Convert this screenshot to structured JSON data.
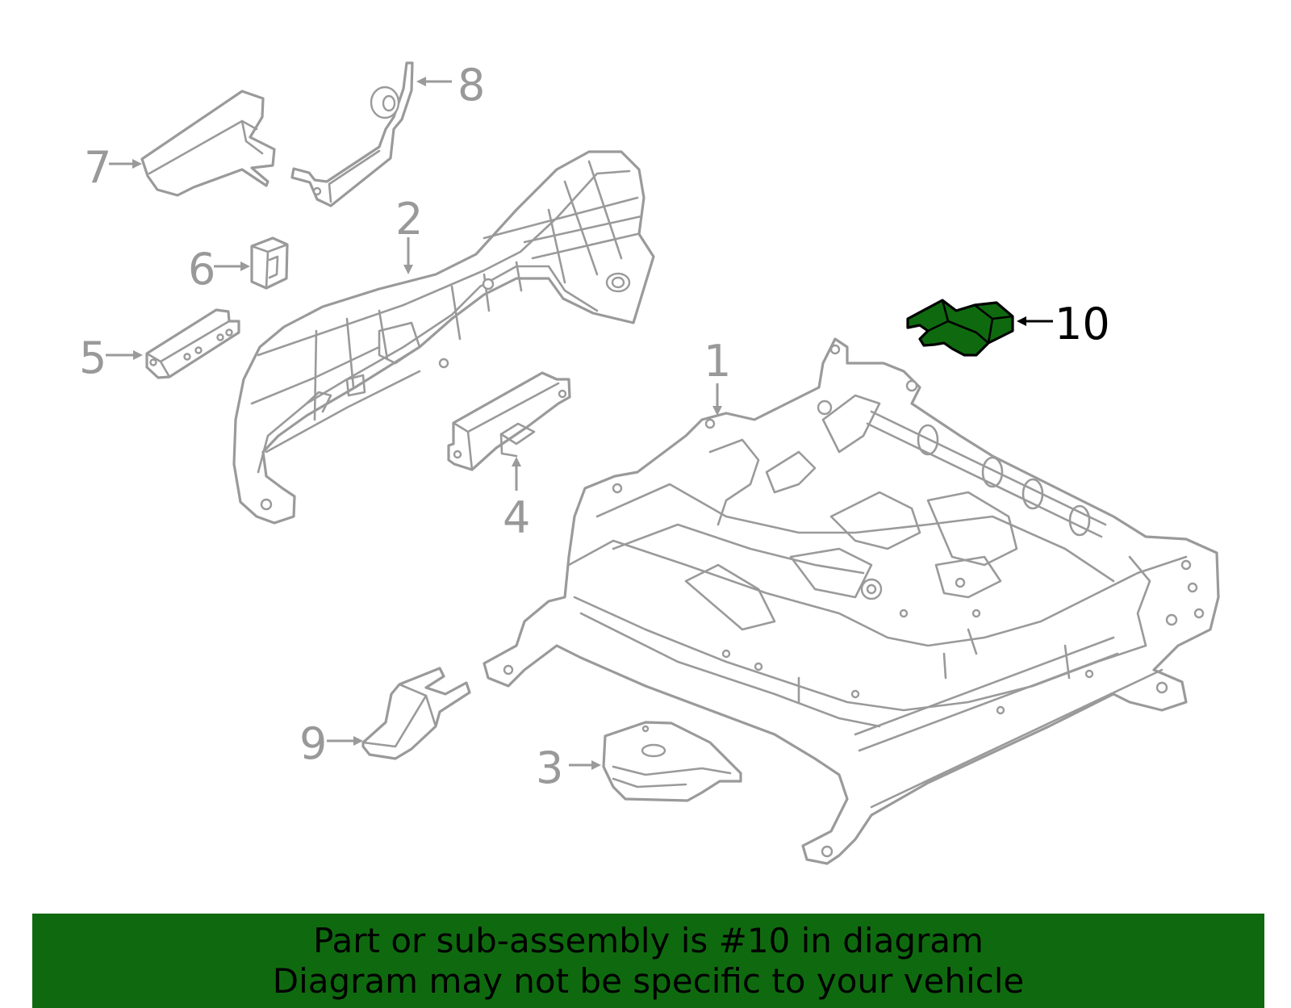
{
  "diagram": {
    "highlight_color": "#0f6a0f",
    "callouts": {
      "c1": "1",
      "c2": "2",
      "c3": "3",
      "c4": "4",
      "c5": "5",
      "c6": "6",
      "c7": "7",
      "c8": "8",
      "c9": "9",
      "c10": "10"
    },
    "highlighted_callout": "10"
  },
  "banner": {
    "line1": "Part or sub-assembly is #10 in diagram",
    "line2": "Diagram may not be specific to your vehicle",
    "background": "#0f6a0f"
  }
}
